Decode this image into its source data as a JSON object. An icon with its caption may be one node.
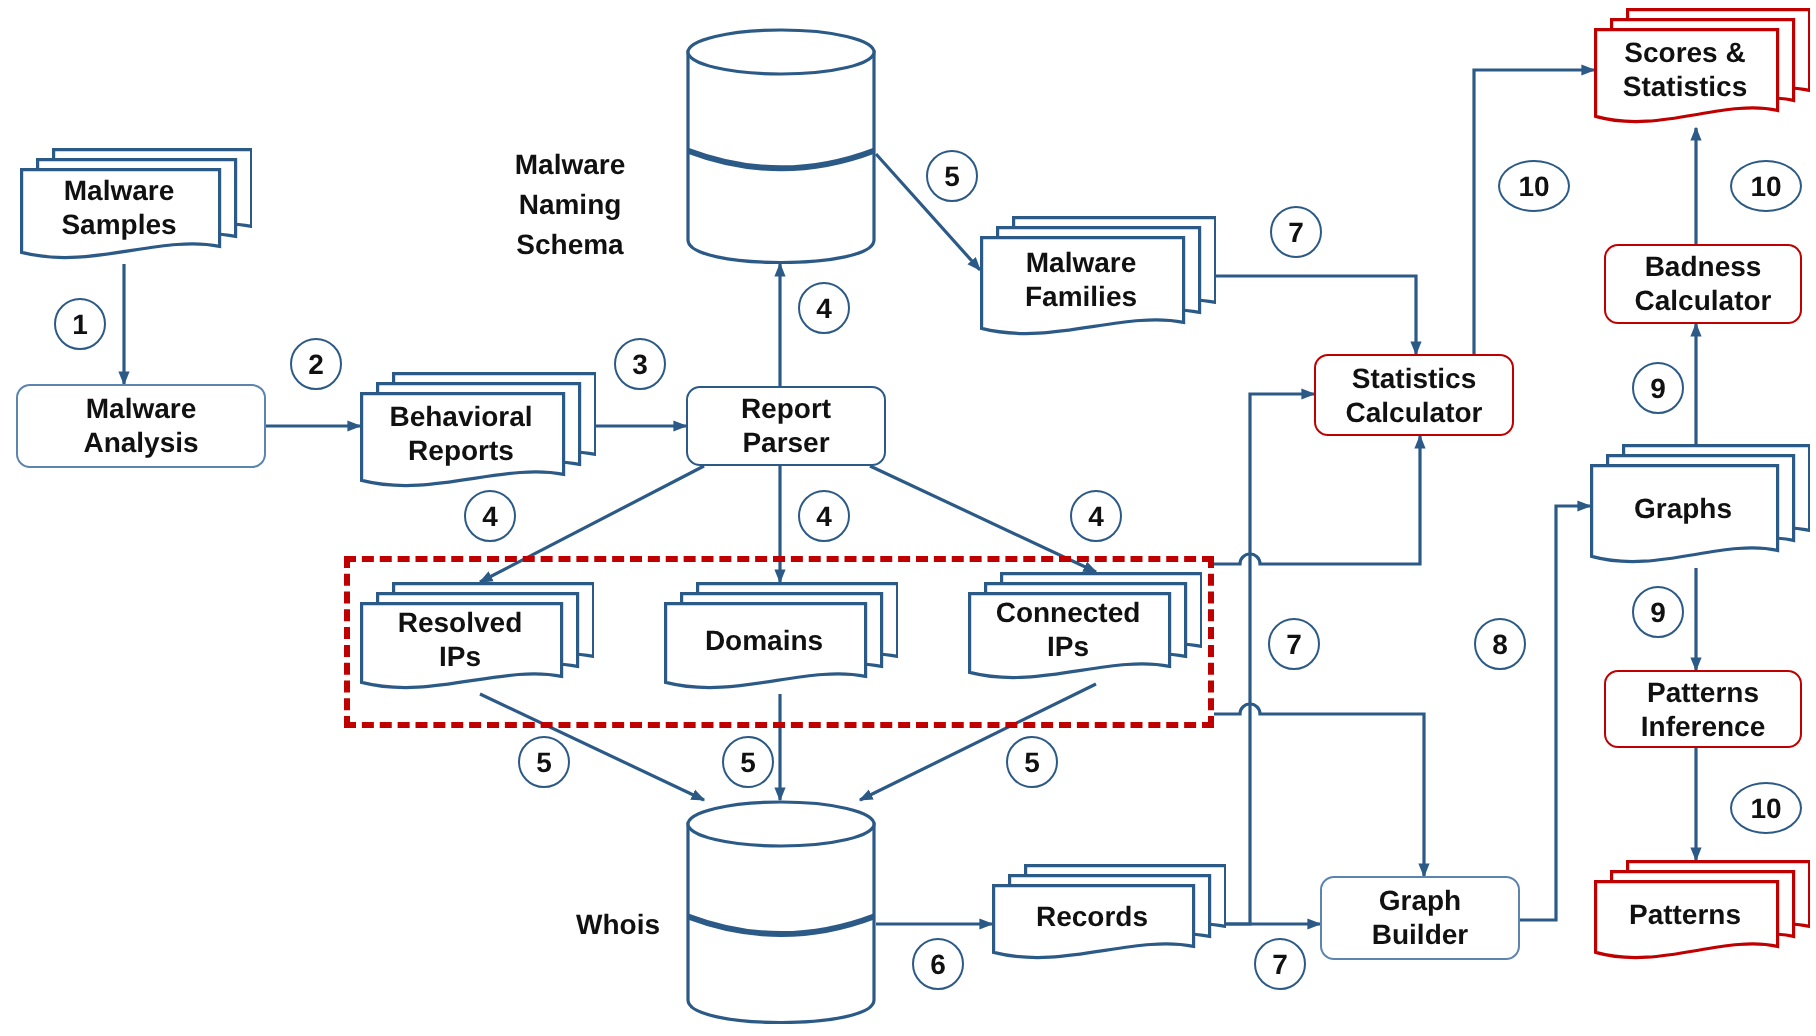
{
  "diagram": {
    "nodes": [
      {
        "text": [
          "Malware Samples"
        ]
      },
      {
        "text": [
          "Malware Analysis"
        ]
      },
      {
        "text": [
          "Behavioral Reports"
        ]
      },
      {
        "text": [
          "Report Parser"
        ]
      },
      {
        "text": [],
        "shape": "cylinder",
        "beside": [
          "Malware Naming Schema"
        ]
      },
      {
        "text": [
          "Malware Families"
        ]
      },
      {
        "text": [],
        "shape": "box"
      },
      {
        "text": [
          "Resolved IPs"
        ],
        "in": 6
      },
      {
        "text": [
          "Domains"
        ],
        "in": 6
      },
      {
        "text": [
          "Connected IPs"
        ],
        "in": 6
      },
      {
        "text": [],
        "shape": "cylinder",
        "beside": [
          "Whois"
        ]
      },
      {
        "text": [
          "Records"
        ]
      },
      {
        "text": [
          "Statistics Calculator"
        ]
      },
      {
        "text": [
          "Graph Builder"
        ]
      },
      {
        "text": [
          "Scores & Statistics"
        ]
      },
      {
        "text": [
          "Badness Calculator"
        ]
      },
      {
        "text": [
          "Graphs"
        ]
      },
      {
        "text": [
          "Patterns Inference"
        ]
      },
      {
        "text": [
          "Patterns"
        ]
      }
    ],
    "edges": [
      {
        "from": 0,
        "to": 1,
        "arrow": "to",
        "label": "1"
      },
      {
        "from": 1,
        "to": 2,
        "arrow": "to",
        "label": "2"
      },
      {
        "from": 2,
        "to": 3,
        "arrow": "to",
        "label": "3"
      },
      {
        "from": 3,
        "to": 4,
        "arrow": "to",
        "label": "4"
      },
      {
        "from": 4,
        "to": 5,
        "arrow": "to",
        "label": "5"
      },
      {
        "from": 3,
        "to": 7,
        "arrow": "to",
        "label": "4"
      },
      {
        "from": 3,
        "to": 8,
        "arrow": "to",
        "label": "4"
      },
      {
        "from": 3,
        "to": 9,
        "arrow": "to",
        "label": "4"
      },
      {
        "from": 7,
        "to": 10,
        "arrow": "to",
        "label": "5"
      },
      {
        "from": 8,
        "to": 10,
        "arrow": "to",
        "label": "5"
      },
      {
        "from": 9,
        "to": 10,
        "arrow": "to",
        "label": "5"
      },
      {
        "from": 10,
        "to": 11,
        "arrow": "to",
        "label": "6"
      },
      {
        "from": 5,
        "to": 12,
        "arrow": "to",
        "label": "7"
      },
      {
        "from": 6,
        "to": 12,
        "arrow": "to",
        "label": "7"
      },
      {
        "from": 6,
        "to": 13,
        "arrow": "to"
      },
      {
        "from": 11,
        "to": 12,
        "arrow": "to"
      },
      {
        "from": 11,
        "to": 13,
        "arrow": "to",
        "label": "7"
      },
      {
        "from": 13,
        "to": 16,
        "arrow": "to",
        "label": "8"
      },
      {
        "from": 12,
        "to": 14,
        "arrow": "to",
        "label": "10"
      },
      {
        "from": 16,
        "to": 15,
        "arrow": "to",
        "label": "9"
      },
      {
        "from": 15,
        "to": 14,
        "arrow": "to",
        "label": "10"
      },
      {
        "from": 16,
        "to": 17,
        "arrow": "to",
        "label": "9"
      },
      {
        "from": 17,
        "to": 18,
        "arrow": "to",
        "label": "10"
      }
    ]
  }
}
